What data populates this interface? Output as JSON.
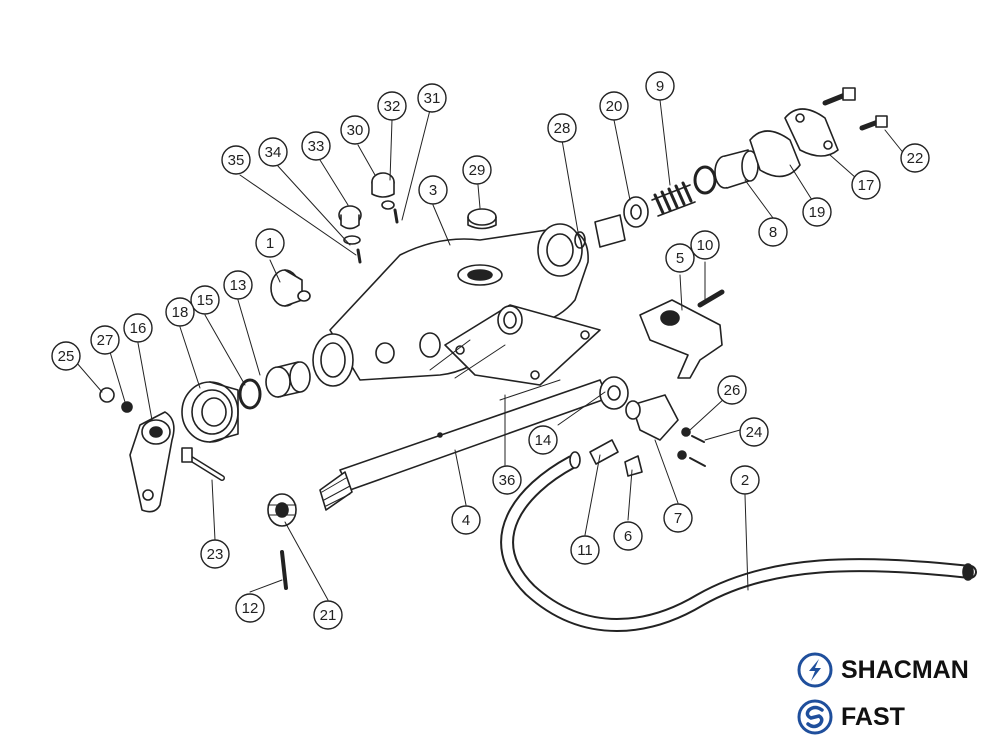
{
  "diagram": {
    "callouts": [
      "1",
      "2",
      "3",
      "4",
      "5",
      "6",
      "7",
      "8",
      "9",
      "10",
      "11",
      "12",
      "13",
      "14",
      "15",
      "16",
      "17",
      "18",
      "19",
      "20",
      "21",
      "22",
      "23",
      "24",
      "25",
      "26",
      "27",
      "28",
      "29",
      "30",
      "31",
      "32",
      "33",
      "34",
      "35",
      "36"
    ]
  },
  "branding": {
    "primary": "SHACMAN",
    "secondary": "FAST",
    "logo_color": "#1f4f9c",
    "primary_logo_icon": "lightning-s-icon",
    "secondary_logo_icon": "swirl-s-icon"
  }
}
